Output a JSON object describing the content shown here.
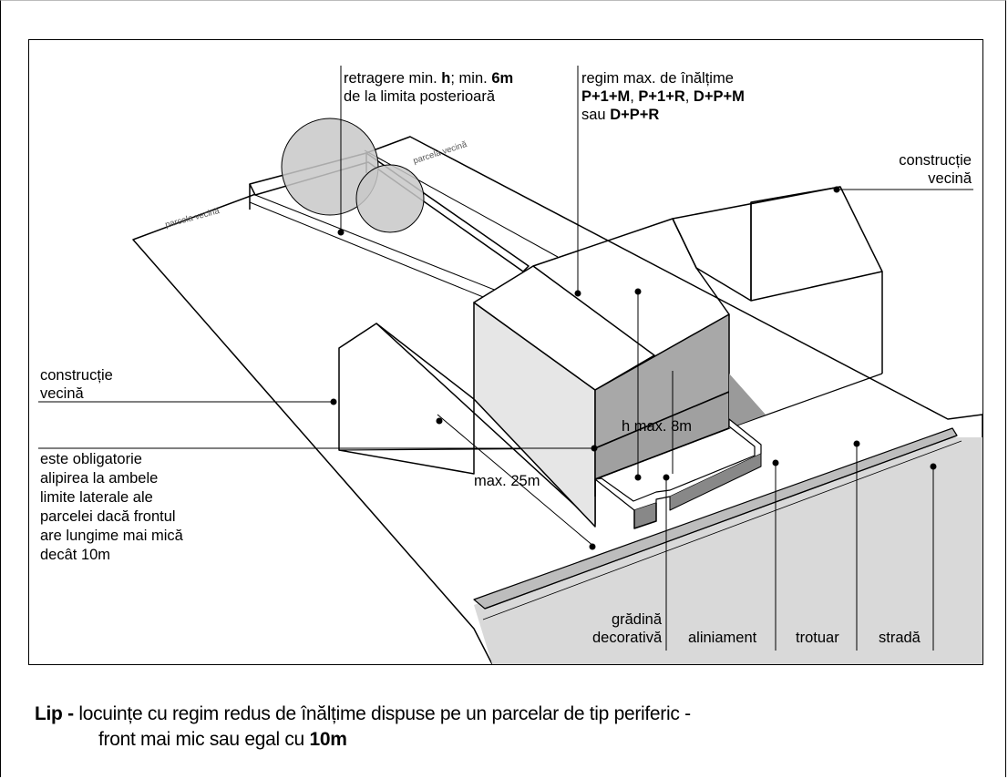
{
  "labels": {
    "retragere": {
      "part1": "retragere min. ",
      "h": "h",
      "part2": "; min. ",
      "val": "6m",
      "line2": "de la limita posterioară"
    },
    "regim": {
      "line1": "regim max. de înălțime",
      "opt1": "P+1+M",
      "sep1": ", ",
      "opt2": "P+1+R",
      "sep2": ", ",
      "opt3": "D+P+M",
      "line3_prefix": "sau ",
      "opt4": "D+P+R"
    },
    "constructie_right": {
      "line1": "construcție",
      "line2": "vecină"
    },
    "constructie_left": {
      "line1": "construcție",
      "line2": "vecină"
    },
    "alipire": {
      "lines": [
        "este obligatorie",
        "alipirea la ambele",
        "limite laterale ale",
        "parcelei dacă frontul",
        "are lungime mai  mică",
        "decât 10m"
      ]
    },
    "max25": "max. 25m",
    "hmax": "h max. 8m",
    "parcela_vecina_1": "parcela vecină",
    "parcela_vecina_2": "parcela vecină",
    "bottom": {
      "gradina1": "grădină",
      "gradina2": "decorativă",
      "aliniament": "aliniament",
      "trotuar": "trotuar",
      "strada": "stradă"
    }
  },
  "caption": {
    "code": "Lip -",
    "line1": " locuințe cu regim redus de înălțime dispuse pe un parcelar de tip periferic -",
    "line2_prefix": "front mai mic sau egal cu ",
    "line2_bold": "10m"
  },
  "colors": {
    "street": "#d8d8d8",
    "wall_light": "#e6e6e6",
    "wall_dark": "#a6a6a6",
    "circle": "#c8c8c8"
  }
}
